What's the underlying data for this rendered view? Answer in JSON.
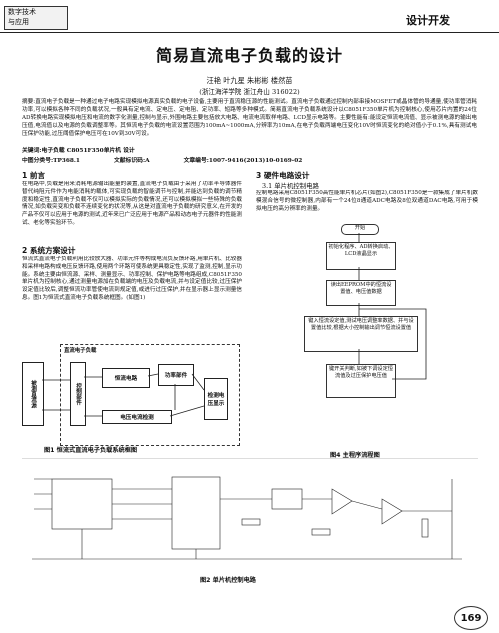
{
  "header": {
    "logo_line1": "数字技术",
    "logo_line2": "与应用",
    "section": "设计开发"
  },
  "article": {
    "title": "简易直流电子负载的设计",
    "authors": "汪艳 叶九星 朱彬彬 楼然苗",
    "affiliation": "(浙江海洋学院 浙江舟山 316022)",
    "abstract": "摘要:直流电子负载是一种通过电子电路实现模拟电源真实负载的电子设备,主要用于直流稳压源的性能测试。直流电子负载通过控制内部串接MOSFET或晶体管的导通量,使功率管消耗功率,可以模拟各种不同的负载状况,一般具有定电流、定电压、定电阻、定功率、短路等多种模式。简易直流电子负载系统设计以C8051F350单片机为控制核心,使用芯片内置的24位AD转换电路实现模拟电压和电流的数字化测量,控制与显示,外围电路主要包括放大电路、电流电流取样电路、LCD显示电路等。主要性能有:能设定恒流电流值、显示被测电源的输出电压值,电流值以及电源的负载调整率等。其恒流电子负载的电流设置范围为100mA~1000mA,分辨率为10mA,在电子负载两端电压变化10V时恒流变化的绝对值小于0.1%,具有测试电压保护功能,过压阈值保护电压可在10V到30V可设。",
    "keywords": "关键词:电子负载 C8051F350单片机 设计",
    "clc": "中图分类号:TP368.1",
    "doc_code": "文献标识码:A",
    "article_no": "文章编号:1007-9416(2013)10-0169-02"
  },
  "left_col": {
    "s1_heading": "1 前言",
    "s1_text": "在电路中,负载是用来消耗电源输出能量的装置,直流电子负载由于采用了功率半导体器件替代纯阻元件作为电能消耗的载体,可实现负载的智能调节与控制,并能达到负载的调节精度和稳定性,直流电子负载不仅可以模拟实际的负载情况,还可以模拟模拟一些特殊的负载情况,如负载突变和负载不连续变化的状况等,从这是对直流电子负载的研究意义,在开发的产品不仅可以应用于电源的测试,近年来已广泛应用于电源产品和动态电子元器件的性能测试、老化等实验环节。",
    "s2_heading": "2 系统方案设计",
    "s2_text": "恒流式直流电子负载利用比较放大器、功率元件等构成电流负反馈环路,用单片机、比较器和采样电路构成电压反馈环路,使用两个环路可使系统更具稳定性,实现了监测,控制,显示功能。系统主要由恒流源、采样、测量显示、功率控制、保护电路等电路组成,C8051F350单片机为控制核心,通过测量电源加在负载端的电压及负载电流,并与设定值比较,过压保护设定值比较后,调整恒流功率管使电流到规定值,或进行过压保护,并在显示器上显示测量信息。图1为恒流式直流电子负载系统框图。(如图1)"
  },
  "right_col": {
    "s3_heading": "3 硬件电路设计",
    "s31_heading": "3.1 单片机控制电路",
    "s31_text": "控制电路采用C8051F350高性能单片机芯片(如图2),C8051F350是一款集成了单片机数模混合信号的微控制器,内部有一个24位8通道ADC电路及8位双通道DAC电路,可用于模拟电压的高分辨率的测量。"
  },
  "figure1": {
    "caption": "图1 恒流式直流电子负载系统框图",
    "dashed_title": "直流电子负载",
    "blocks": {
      "source": "被测直流源",
      "control": "控制部件",
      "constant_current": "恒流电路",
      "power": "功率部件",
      "sampling": "电压电流检测",
      "display": "检测电压显示"
    }
  },
  "figure4": {
    "caption": "图4 主程序流程图",
    "steps": [
      "开始",
      "初始化程序、AD转换启动、LCD液晶显示",
      "读出EEPROM中的恒流设置值、电压值数据",
      "键入恒流设定值,测试电压调整率数据、并与设置值比较,根据大小控制输出调节恒流设置值",
      "键开关判断,如被下调设定恒流值及过压保护电压值"
    ]
  },
  "figure2": {
    "caption": "图2 单片机控制电路"
  },
  "page_number": "169"
}
